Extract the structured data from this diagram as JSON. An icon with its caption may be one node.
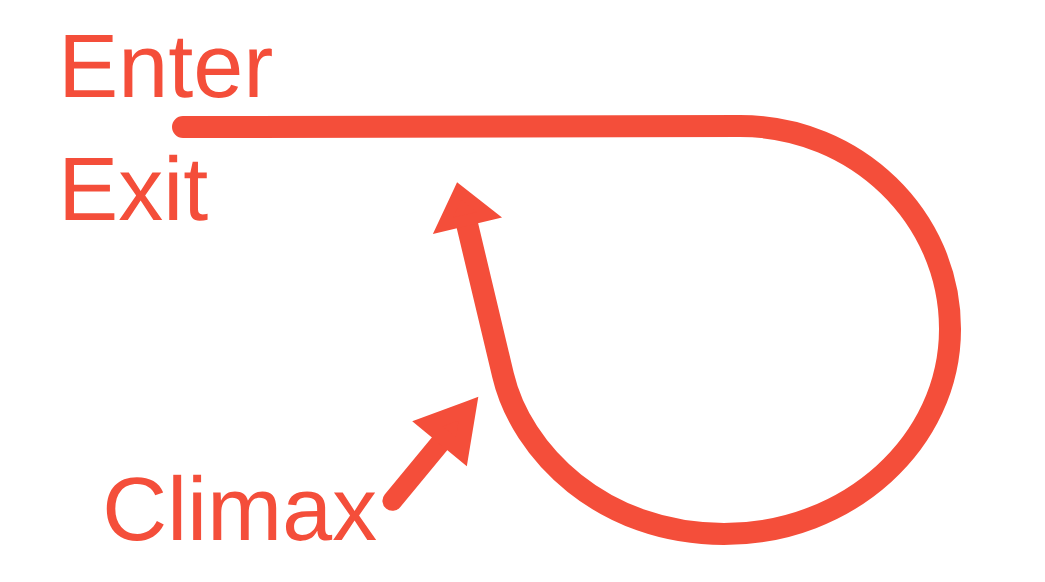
{
  "diagram": {
    "nodes": [
      {
        "text": [
          "Enter"
        ]
      },
      {
        "text": [
          "Exit"
        ]
      },
      {
        "text": [
          "Climax"
        ]
      }
    ],
    "edges": [
      {
        "from": 0,
        "to": null,
        "arrow": "to"
      },
      {
        "from": 2,
        "to": null,
        "arrow": "to"
      }
    ]
  }
}
